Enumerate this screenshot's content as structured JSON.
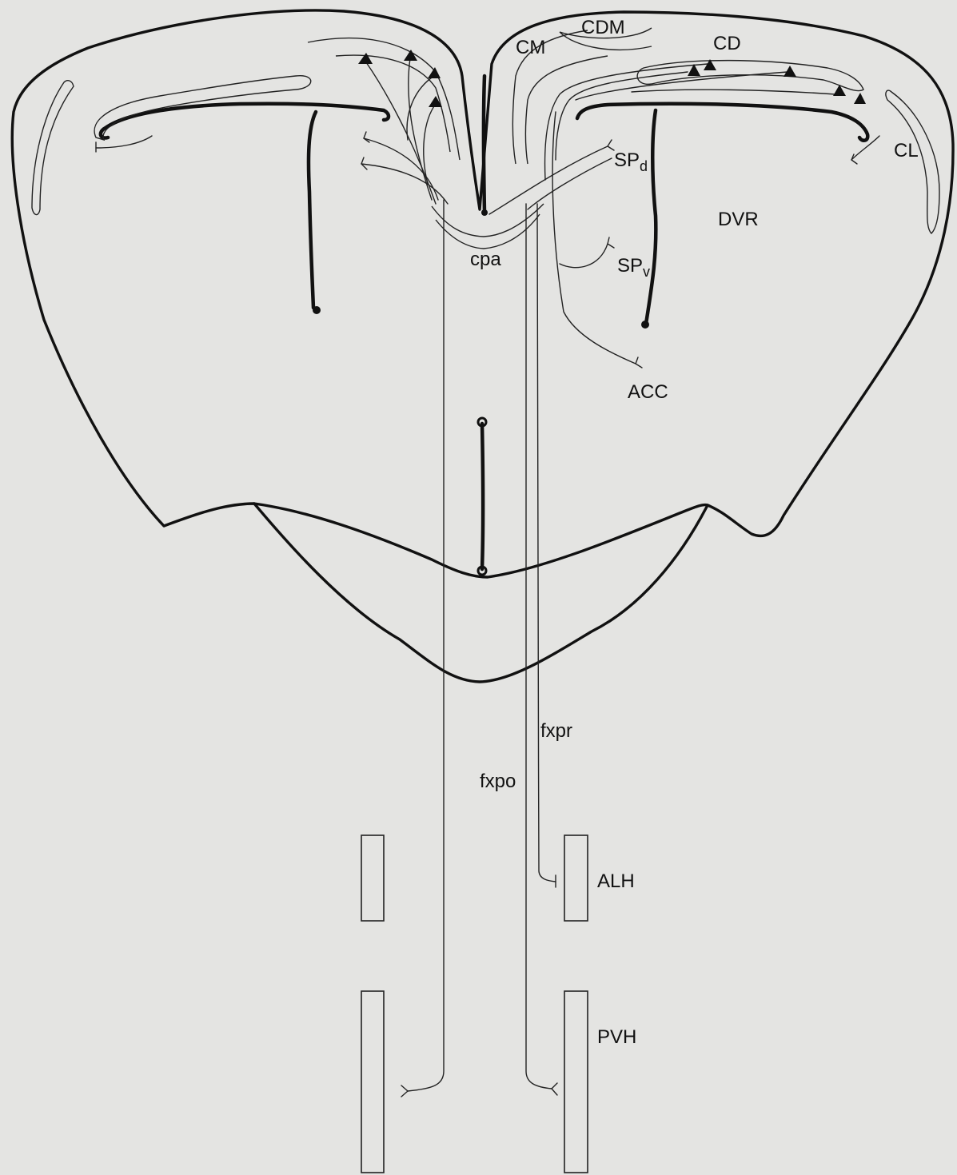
{
  "labels": {
    "cm": "CM",
    "cdm": "CDM",
    "cd": "CD",
    "cl": "CL",
    "spd_main": "SP",
    "spd_sub": "d",
    "spv_main": "SP",
    "spv_sub": "v",
    "dvr": "DVR",
    "cpa": "cpa",
    "acc": "ACC",
    "fxpr": "fxpr",
    "fxpo": "fxpo",
    "alh": "ALH",
    "pvh": "PVH"
  },
  "colors": {
    "background": "#e4e4e2",
    "ink": "#111111"
  }
}
